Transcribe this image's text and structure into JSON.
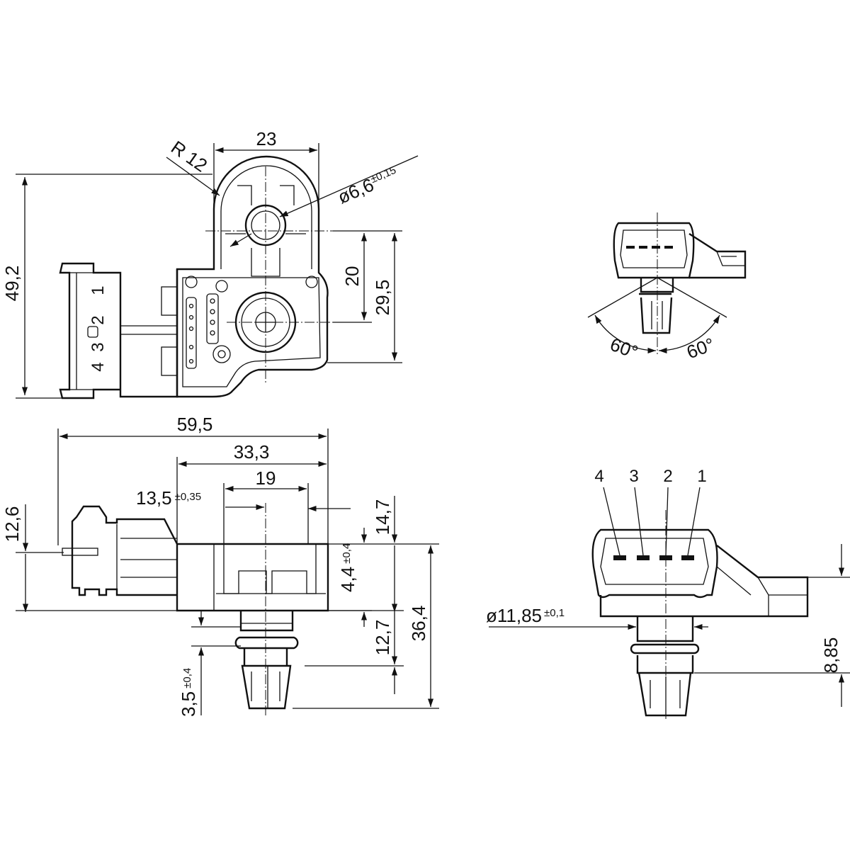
{
  "dimensions": {
    "height_total": "49,2",
    "width_top": "23",
    "radius": "R 12",
    "bore_diameter": "ø6,6",
    "bore_diameter_tol": "±0,15",
    "hole_spacing": "20",
    "flange_height": "29,5",
    "length_total": "59,5",
    "length_33": "33,3",
    "length_19": "19",
    "offset_13": "13,5",
    "offset_13_tol": "±0,35",
    "connector_height": "12,6",
    "height_14": "14,7",
    "height_4": "4,4",
    "height_4_tol": "±0,4",
    "spigot_length": "12,7",
    "overall_height": "36,4",
    "depth_3": "3,5",
    "depth_3_tol": "±0,4",
    "spigot_diameter": "ø11,85",
    "spigot_diameter_tol": "±0,1",
    "spigot_height": "8,85"
  },
  "angles": {
    "left": "60°",
    "right": "60°"
  },
  "connector_pins_side": [
    "1",
    "2",
    "3",
    "4"
  ],
  "connector_pins_front": [
    "4",
    "3",
    "2",
    "1"
  ]
}
